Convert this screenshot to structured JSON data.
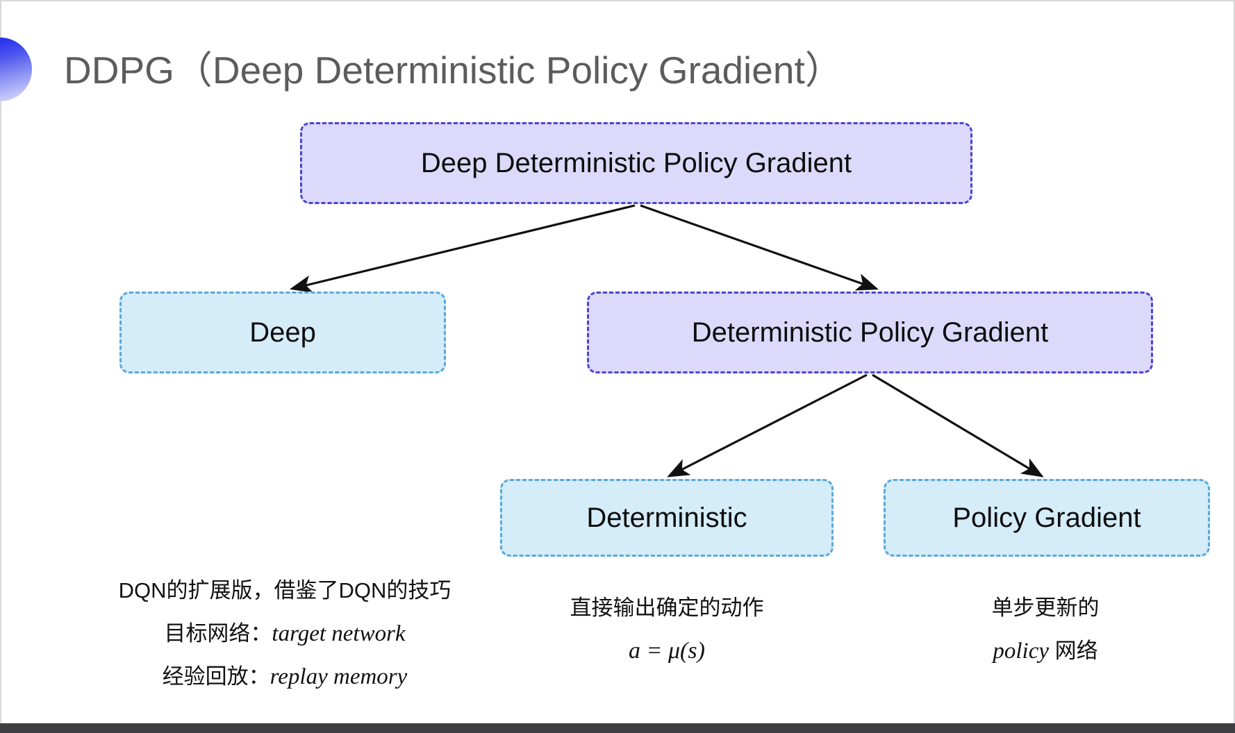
{
  "slide": {
    "title": "DDPG（Deep Deterministic Policy Gradient）",
    "background_color": "#ffffff",
    "title_color": "#5c5c5c",
    "accent_gradient_from": "#1a24e8",
    "accent_gradient_to": "#dfe2fd"
  },
  "diagram": {
    "type": "tree",
    "nodes": {
      "root": {
        "label": "Deep Deterministic Policy Gradient",
        "fill": "#dcd9fa",
        "border": "#4a43d6"
      },
      "deep": {
        "label": "Deep",
        "fill": "#d5ecf9",
        "border": "#5ba8db"
      },
      "dpg": {
        "label": "Deterministic Policy Gradient",
        "fill": "#dcd9fa",
        "border": "#4a43d6"
      },
      "deterministic": {
        "label": "Deterministic",
        "fill": "#d5ecf9",
        "border": "#5ba8db"
      },
      "policy_gradient": {
        "label": "Policy Gradient",
        "fill": "#d5ecf9",
        "border": "#5ba8db"
      }
    },
    "edges": [
      {
        "from": "root",
        "to": "deep"
      },
      {
        "from": "root",
        "to": "dpg"
      },
      {
        "from": "dpg",
        "to": "deterministic"
      },
      {
        "from": "dpg",
        "to": "policy_gradient"
      }
    ],
    "edge_color": "#111111"
  },
  "captions": {
    "deep": {
      "line1": "DQN的扩展版，借鉴了DQN的技巧",
      "line2_label": "目标网络：",
      "line2_term": "target network",
      "line3_label": "经验回放：",
      "line3_term": "replay memory"
    },
    "deterministic": {
      "line1": "直接输出确定的动作",
      "formula": "a = μ(s)"
    },
    "policy_gradient": {
      "line1": "单步更新的",
      "line2_term": "policy",
      "line2_suffix": " 网络"
    }
  }
}
